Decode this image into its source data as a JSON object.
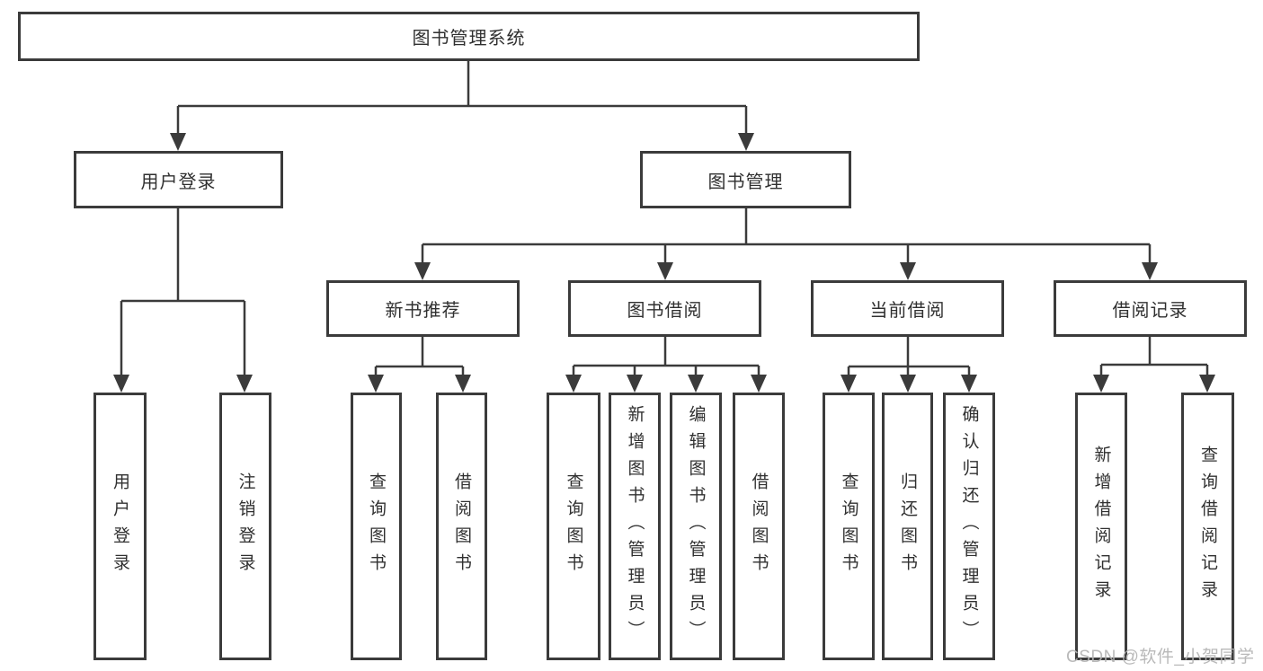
{
  "diagram": {
    "title": "图书管理系统",
    "watermark": "CSDN @软件_小贺同学",
    "colors": {
      "line": "#3b3b3b",
      "box_border": "#3b3b3b",
      "text": "#303030",
      "watermark": "#b4b4b4",
      "background": "#ffffff"
    },
    "nodes": {
      "root": {
        "label": "图书管理系统"
      },
      "user_login": {
        "label": "用户登录"
      },
      "book_mgmt": {
        "label": "图书管理"
      },
      "new_book_recommend": {
        "label": "新书推荐"
      },
      "book_borrow": {
        "label": "图书借阅"
      },
      "current_borrow": {
        "label": "当前借阅"
      },
      "borrow_records": {
        "label": "借阅记录"
      },
      "leaf_user_login": {
        "label": "用户登录"
      },
      "leaf_logout": {
        "label": "注销登录"
      },
      "leaf_query_book_1": {
        "label": "查询图书"
      },
      "leaf_borrow_book_1": {
        "label": "借阅图书"
      },
      "leaf_query_book_2": {
        "label": "查询图书"
      },
      "leaf_add_book": {
        "label": "新增图书（管理员）"
      },
      "leaf_edit_book": {
        "label": "编辑图书（管理员）"
      },
      "leaf_borrow_book_2": {
        "label": "借阅图书"
      },
      "leaf_query_book_3": {
        "label": "查询图书"
      },
      "leaf_return_book": {
        "label": "归还图书"
      },
      "leaf_confirm_return": {
        "label": "确认归还（管理员）"
      },
      "leaf_add_borrow_record": {
        "label": "新增借阅记录"
      },
      "leaf_query_borrow_record": {
        "label": "查询借阅记录"
      }
    },
    "structure": {
      "root": "图书管理系统",
      "children": [
        {
          "label": "用户登录",
          "children": [
            "用户登录",
            "注销登录"
          ]
        },
        {
          "label": "图书管理",
          "children": [
            {
              "label": "新书推荐",
              "children": [
                "查询图书",
                "借阅图书"
              ]
            },
            {
              "label": "图书借阅",
              "children": [
                "查询图书",
                "新增图书（管理员）",
                "编辑图书（管理员）",
                "借阅图书"
              ]
            },
            {
              "label": "当前借阅",
              "children": [
                "查询图书",
                "归还图书",
                "确认归还（管理员）"
              ]
            },
            {
              "label": "借阅记录",
              "children": [
                "新增借阅记录",
                "查询借阅记录"
              ]
            }
          ]
        }
      ]
    }
  }
}
